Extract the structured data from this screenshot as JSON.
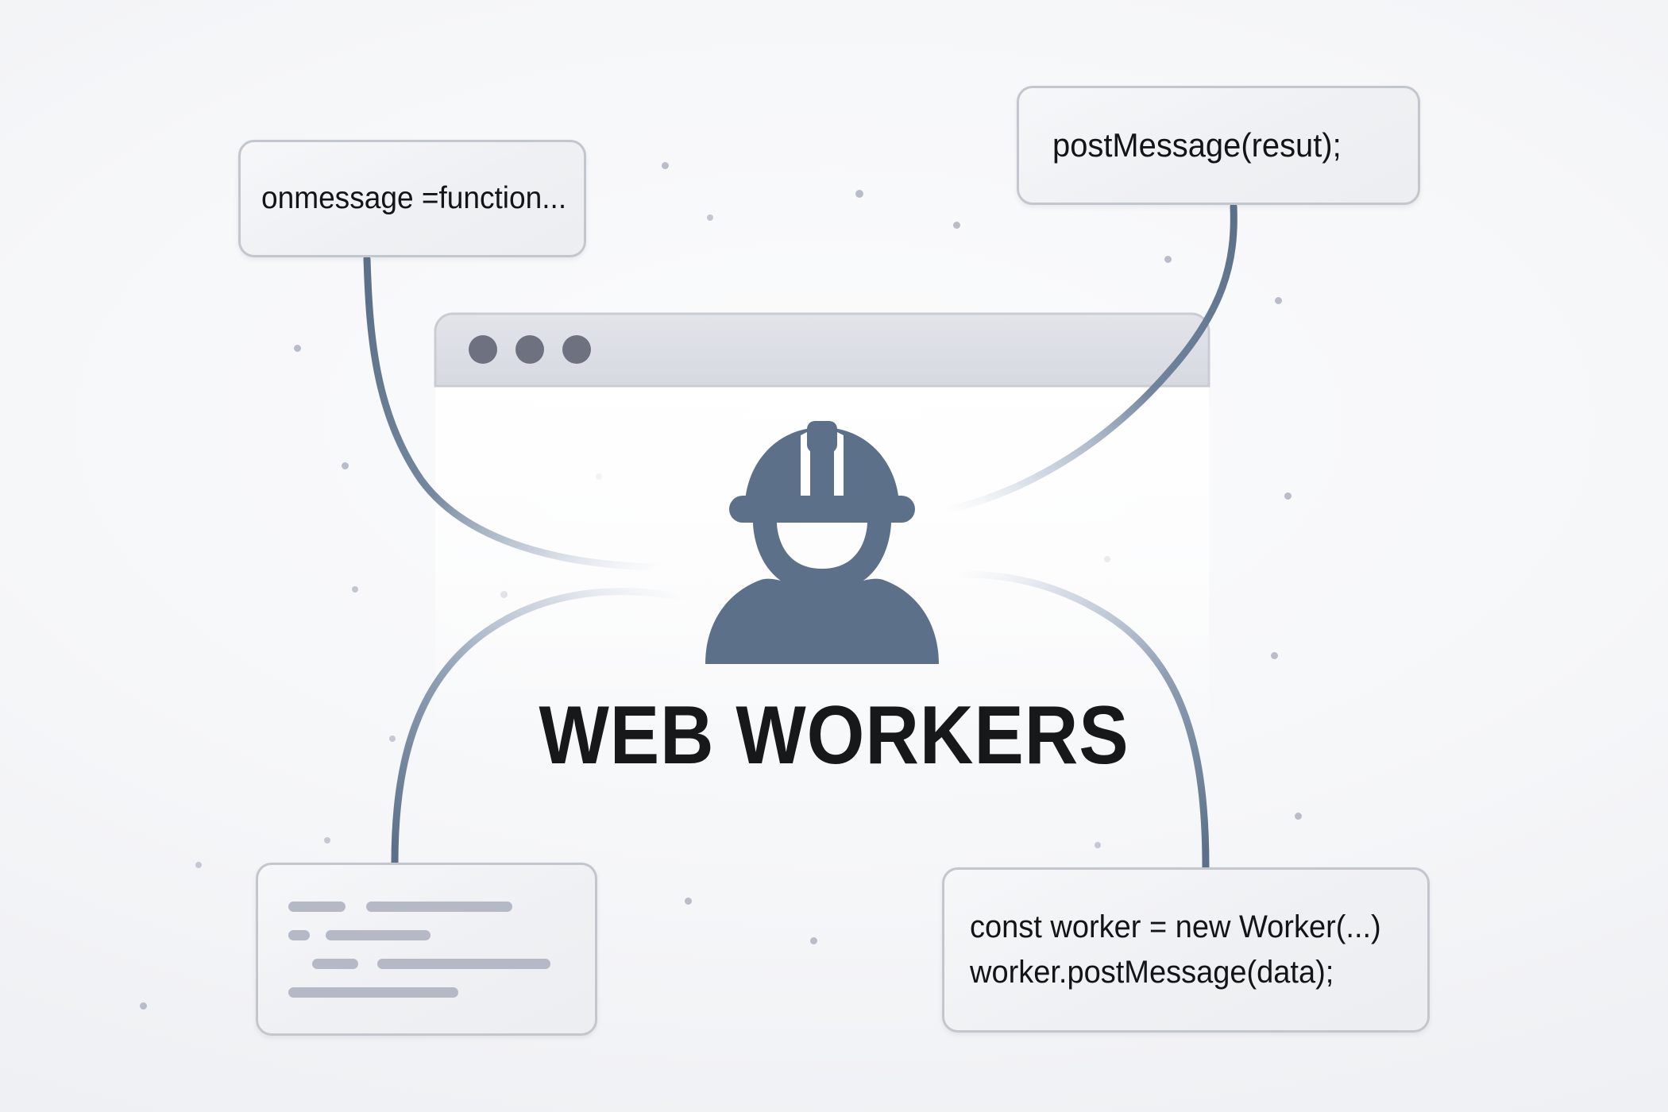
{
  "page": {
    "title": "WEB WORKERS",
    "background_color": "#f2f3f6",
    "accent_color": "#5c7189",
    "border_color": "#c3c6cd",
    "box_fill_color": "#f1f2f5",
    "bar_color": "#b5b9c6",
    "dot_color": "#b8bdc9",
    "title_color": "#17181a"
  },
  "browser_window": {
    "name": "browser-window-mock",
    "titlebar_color": "#dcdee5",
    "dots": [
      {
        "label": "window-dot-1",
        "color": "#6e7280"
      },
      {
        "label": "window-dot-2",
        "color": "#6e7280"
      },
      {
        "label": "window-dot-3",
        "color": "#6e7280"
      }
    ]
  },
  "worker_icon": {
    "name": "construction-worker-icon",
    "color": "#5c7189"
  },
  "callouts": {
    "onmessage": {
      "name": "callout-onmessage",
      "lines": [
        "onmessage =function..."
      ]
    },
    "post_message": {
      "name": "callout-postmessage",
      "lines": [
        "postMessage(resut);"
      ]
    },
    "const_worker": {
      "name": "callout-const-worker",
      "lines": [
        "const worker = new Worker(...)",
        "worker.postMessage(data);"
      ]
    },
    "code_block": {
      "name": "callout-code-block",
      "lines": [],
      "bar_rows": [
        [
          80,
          0,
          200
        ],
        [
          30,
          0,
          150
        ],
        [
          0,
          0,
          0
        ],
        [
          0,
          0,
          0
        ]
      ]
    }
  },
  "connectors": [
    {
      "name": "wire-onmessage-to-worker",
      "from": "callout-onmessage",
      "to": "worker-icon"
    },
    {
      "name": "wire-postmessage-to-worker",
      "from": "callout-postmessage",
      "to": "worker-icon"
    },
    {
      "name": "wire-codeblock-to-worker",
      "from": "callout-code-block",
      "to": "worker-icon"
    },
    {
      "name": "wire-constworker-to-worker",
      "from": "callout-const-worker",
      "to": "worker-icon"
    }
  ]
}
